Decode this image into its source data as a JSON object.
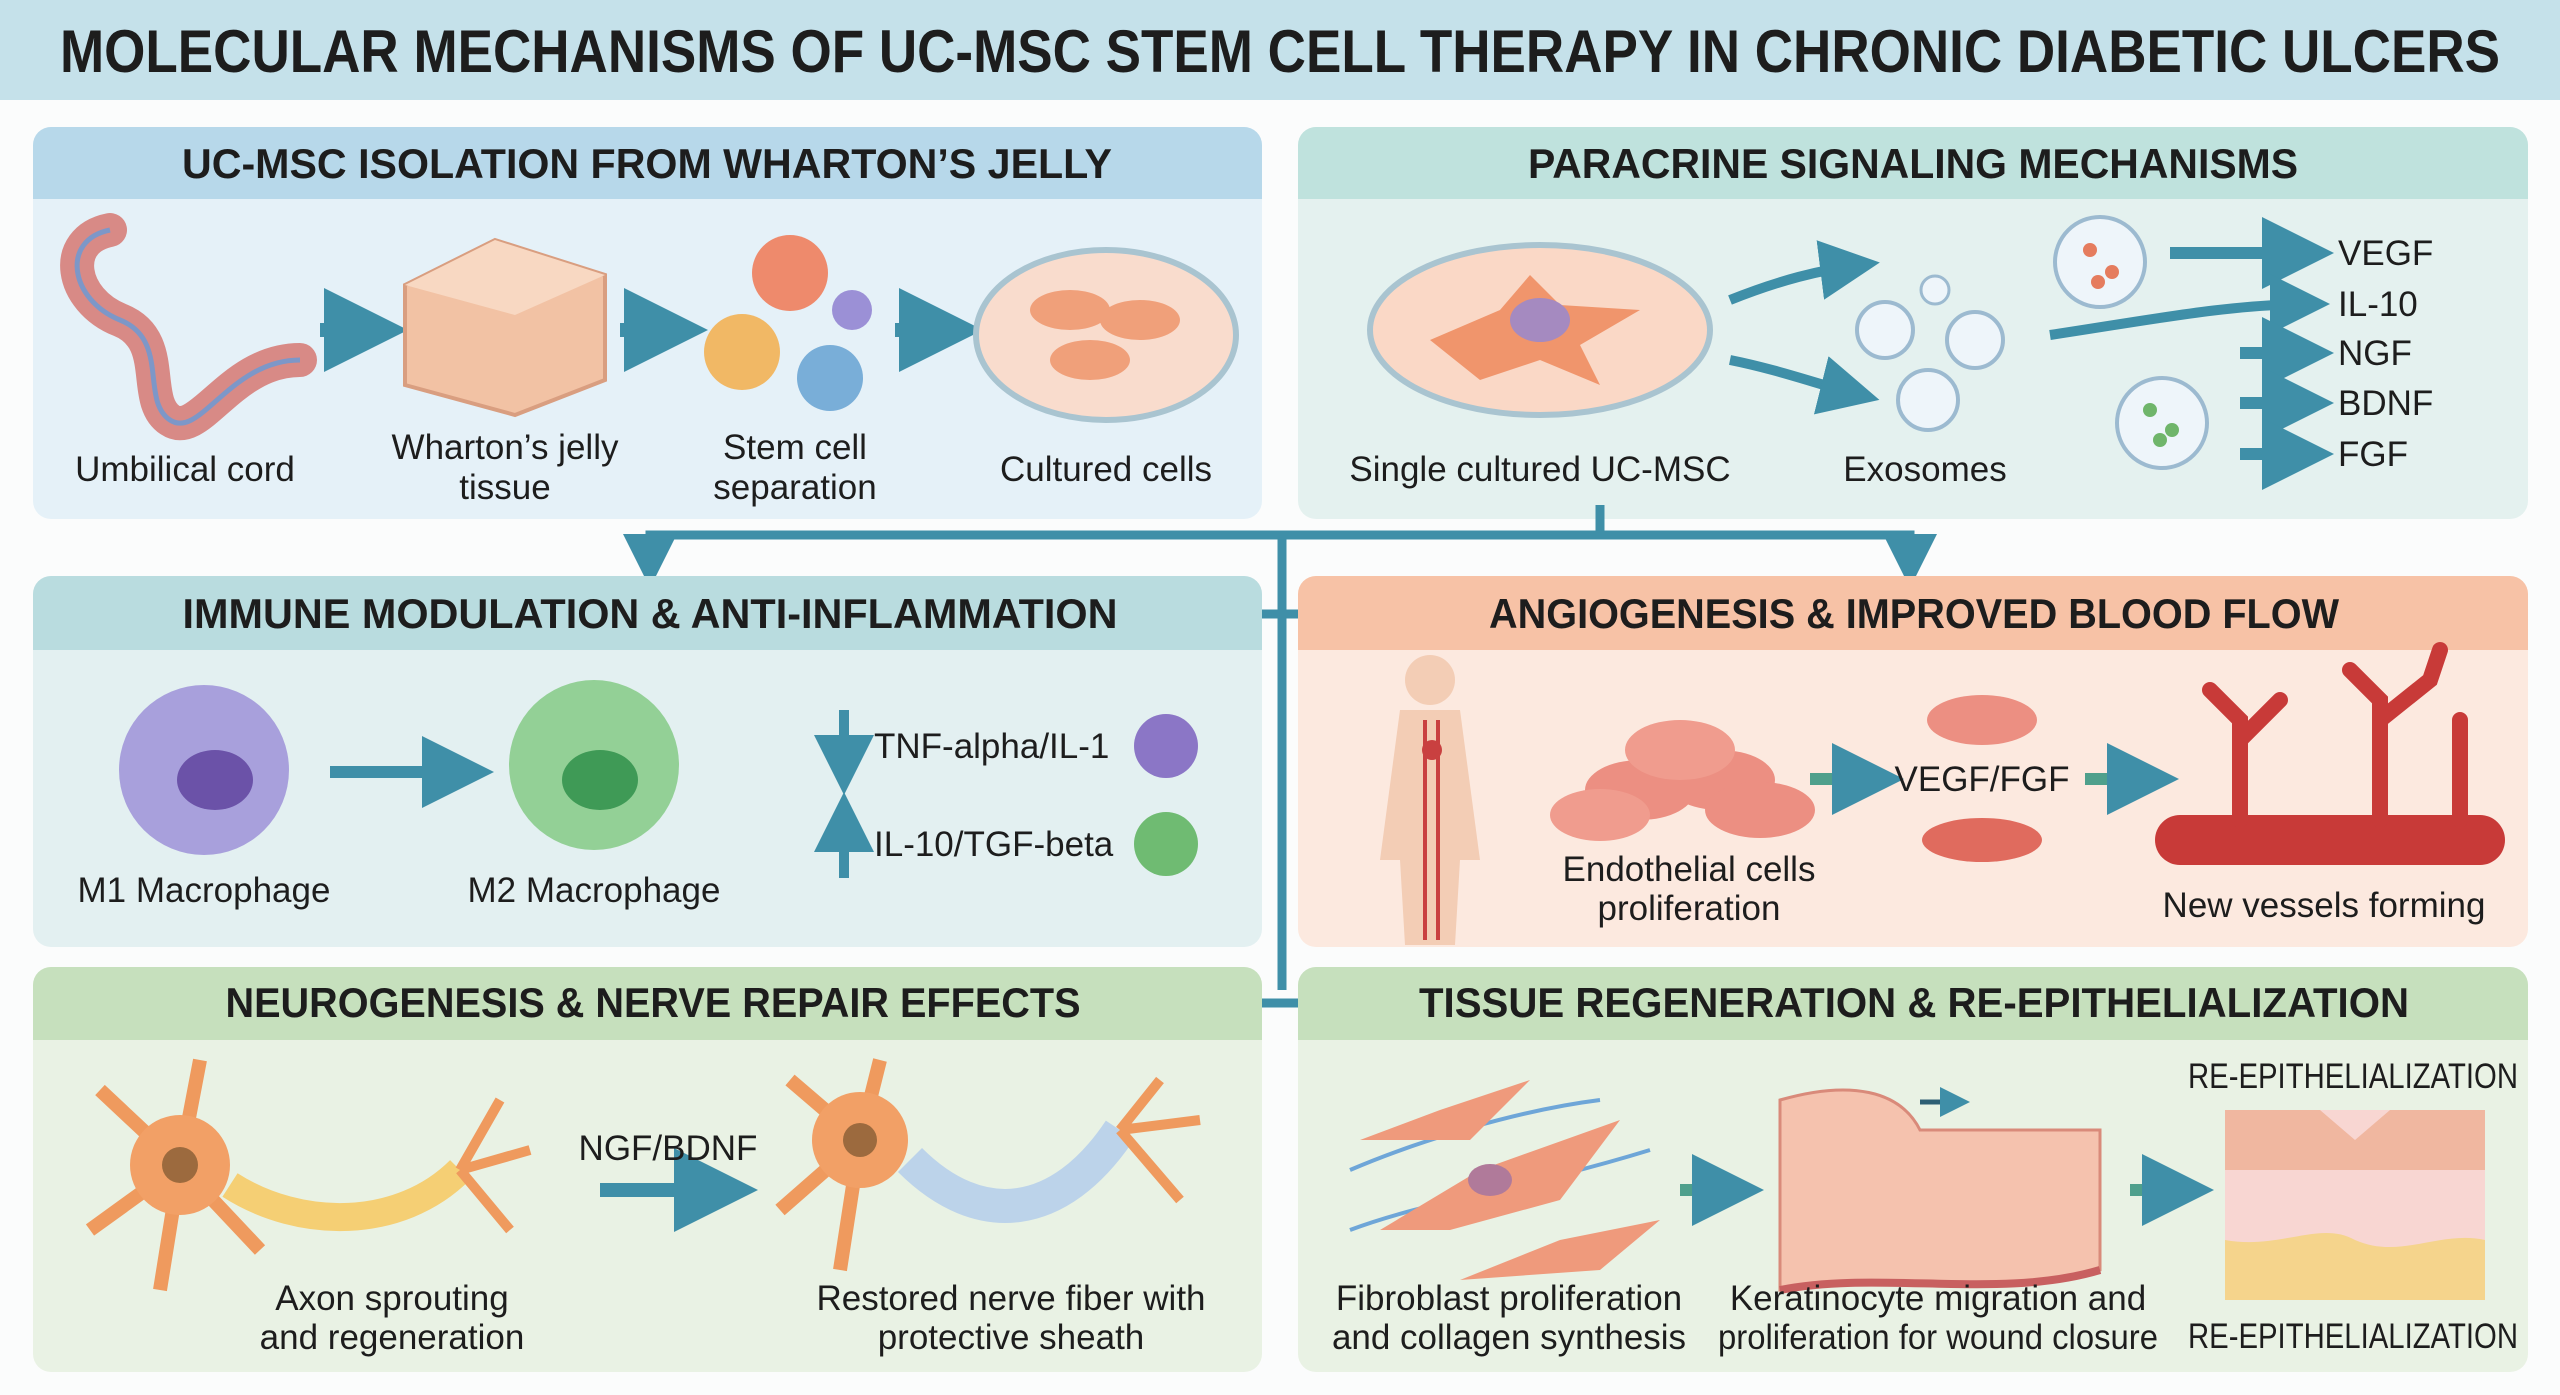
{
  "title": "MOLECULAR MECHANISMS OF UC-MSC STEM CELL THERAPY IN CHRONIC DIABETIC ULCERS",
  "panels": {
    "isolation": {
      "title": "UC-MSC ISOLATION FROM WHARTON’S JELLY",
      "steps": [
        {
          "line1": "Umbilical cord"
        },
        {
          "line1": "Wharton’s jelly",
          "line2": "tissue"
        },
        {
          "line1": "Stem cell",
          "line2": "separation"
        },
        {
          "line1": "Cultured cells"
        }
      ]
    },
    "paracrine": {
      "title": "PARACRINE SIGNALING MECHANISMS",
      "cell_label": "Single cultured UC-MSC",
      "exosomes_label": "Exosomes",
      "factors": [
        "VEGF",
        "IL-10",
        "NGF",
        "BDNF",
        "FGF"
      ]
    },
    "immune": {
      "title": "IMMUNE MODULATION & ANTI-INFLAMMATION",
      "m1": "M1 Macrophage",
      "m2": "M2 Macrophage",
      "down": "TNF-alpha/IL-1",
      "up": "IL-10/TGF-beta"
    },
    "angiogenesis": {
      "title": "ANGIOGENESIS & IMPROVED BLOOD FLOW",
      "endothelial_line1": "Endothelial cells",
      "endothelial_line2": "proliferation",
      "factor": "VEGF/FGF",
      "vessels": "New vessels forming"
    },
    "neuro": {
      "title": "NEUROGENESIS & NERVE REPAIR EFFECTS",
      "factor": "NGF/BDNF",
      "left_line1": "Axon sprouting",
      "left_line2": "and regeneration",
      "right_line1": "Restored nerve fiber with",
      "right_line2": "protective sheath"
    },
    "tissue": {
      "title": "TISSUE REGENERATION & RE-EPITHELIALIZATION",
      "fibro_line1": "Fibroblast proliferation",
      "fibro_line2": "and collagen synthesis",
      "kera_line1": "Keratinocyte migration and",
      "kera_line2": "proliferation for wound closure",
      "reepi_top": "RE-EPITHELIALIZATION",
      "reepi_bottom": "RE-EPITHELIALIZATION"
    }
  },
  "colors": {
    "title_bar": "#c5e1ea",
    "arrow": "#3f8fa8",
    "blue_header": "#b7d8ea",
    "teal_header": "#bfe2dd",
    "orange_header": "#f7c2a6",
    "green_header": "#c6e0bd"
  }
}
